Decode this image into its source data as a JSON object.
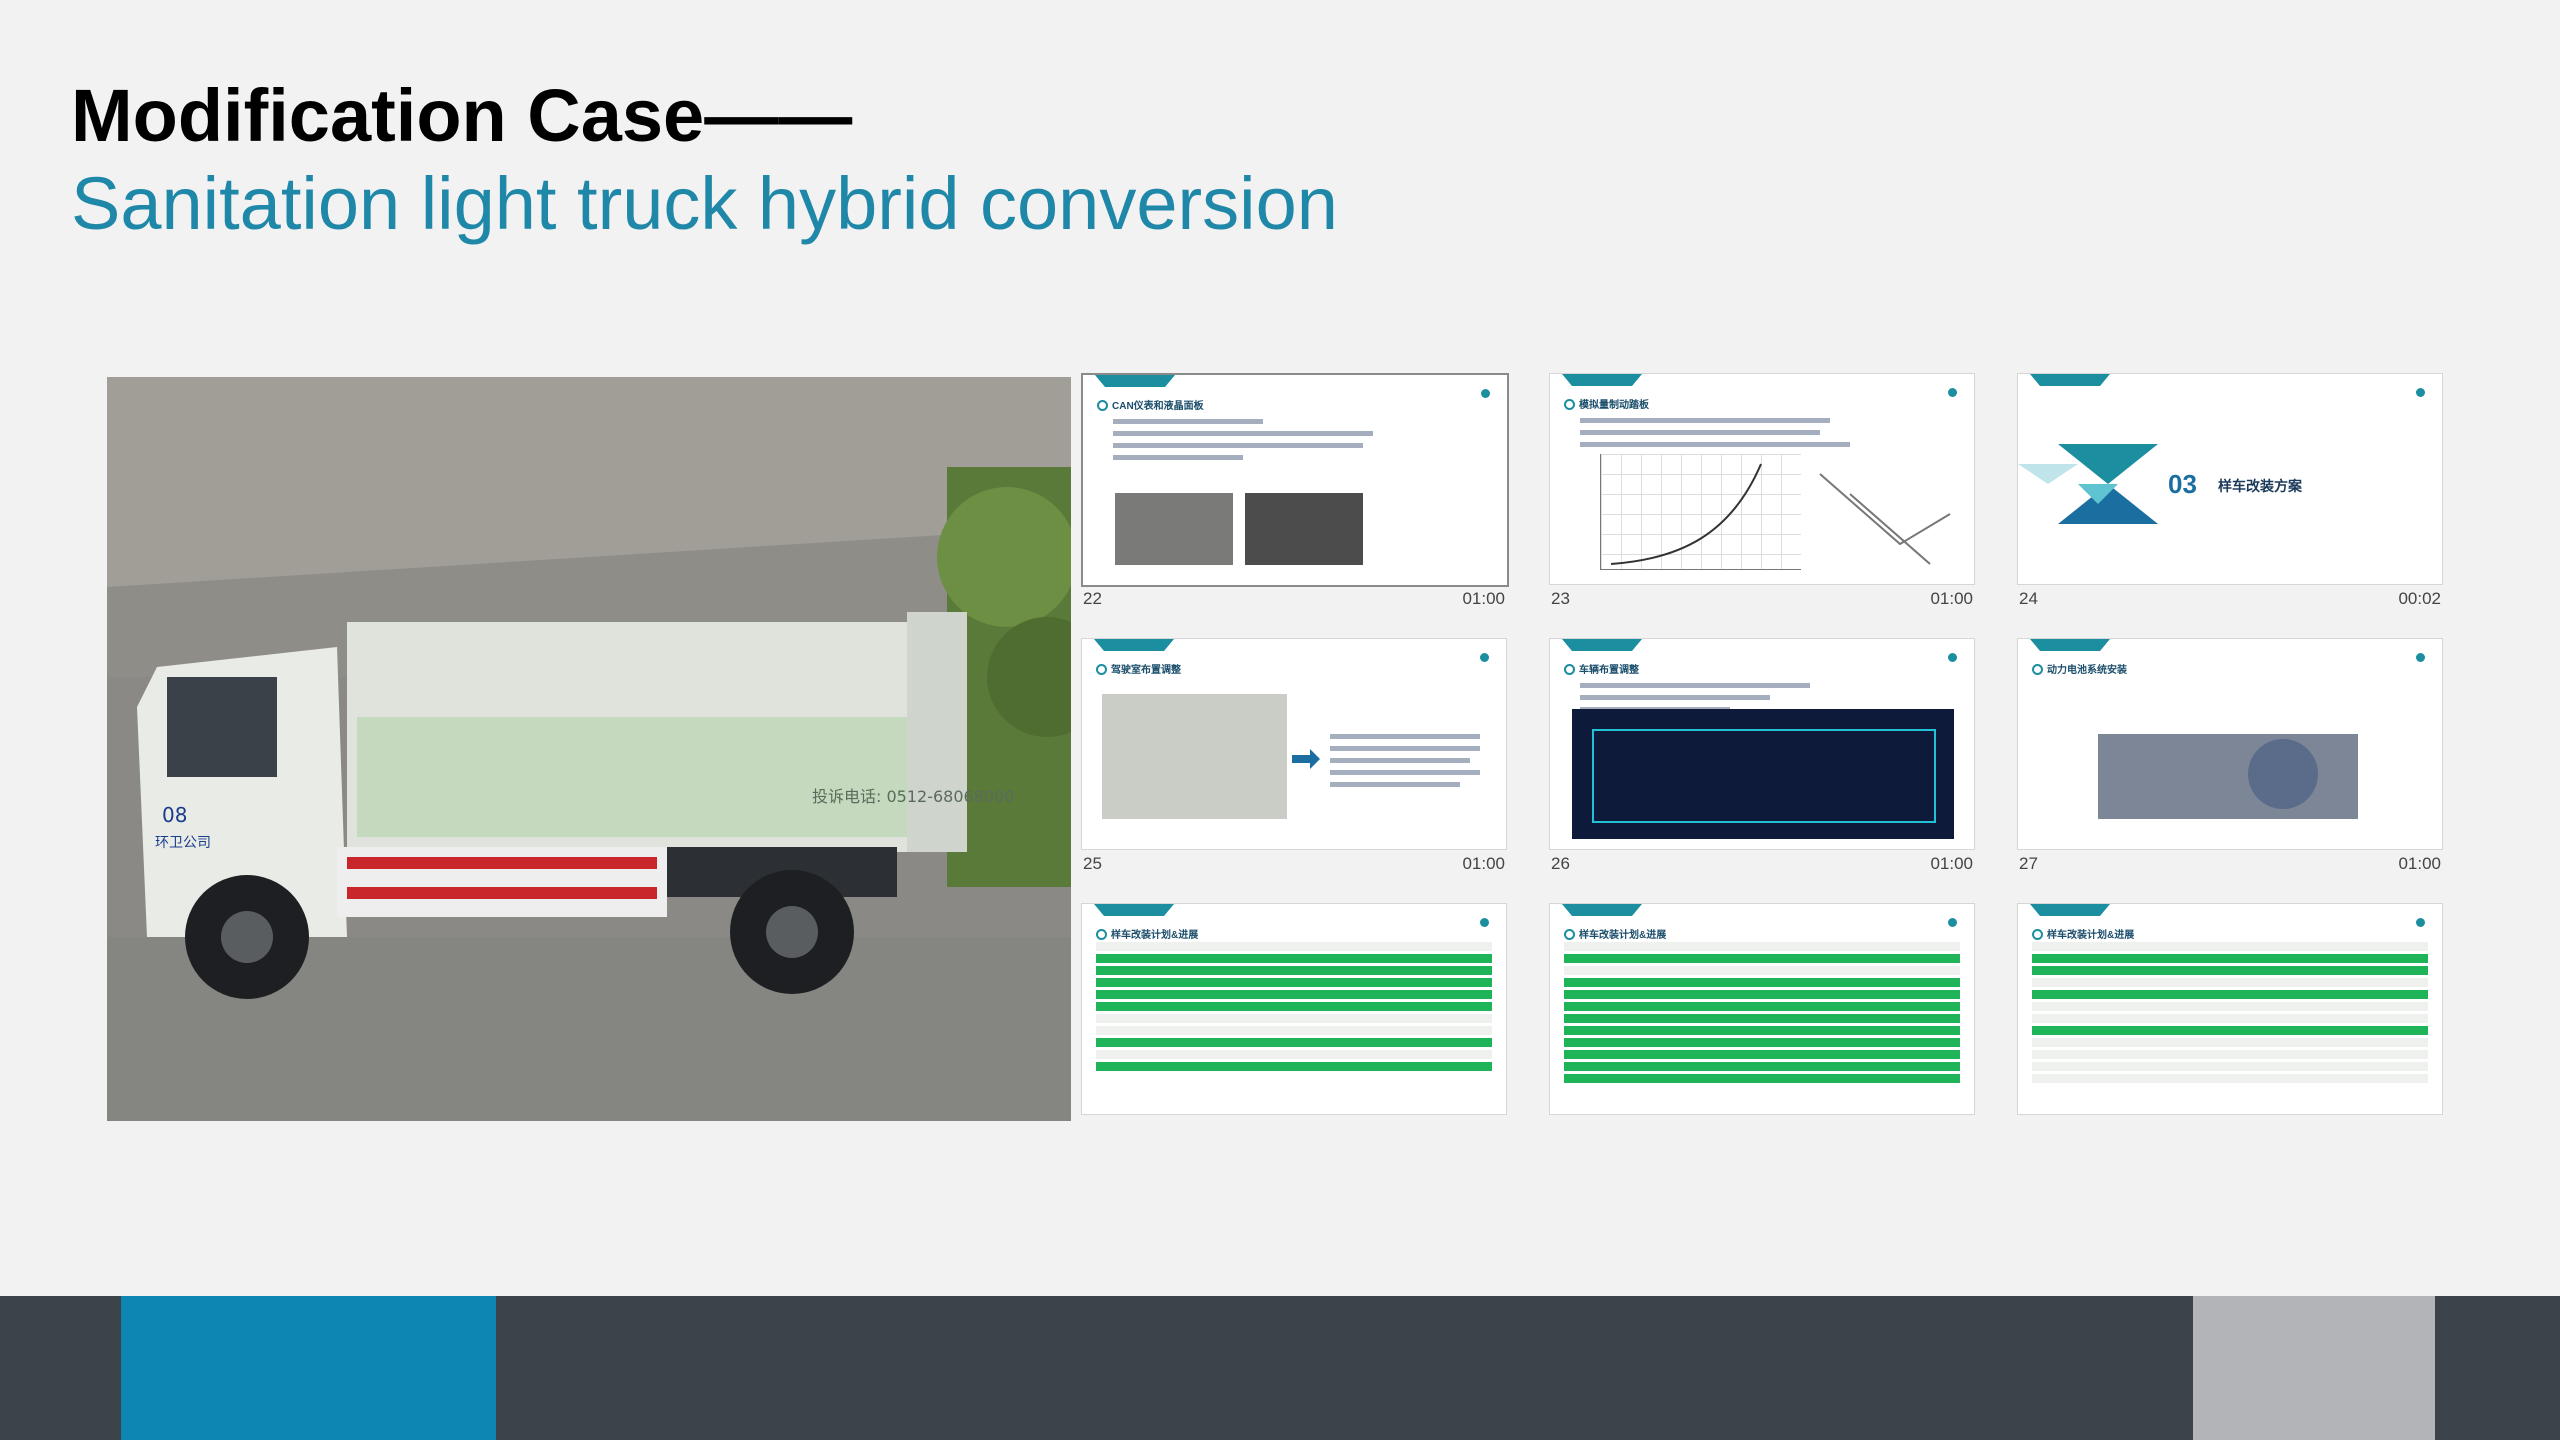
{
  "header": {
    "title": "Modification Case——",
    "subtitle": "Sanitation light truck hybrid conversion"
  },
  "photo": {
    "truck_side_text": "环卫公司",
    "truck_number": "08",
    "complaint_phone": "投诉电话: 0512-68068000"
  },
  "thumbnails": [
    {
      "number": "22",
      "duration": "01:00",
      "title": "CAN仪表和液晶面板",
      "selected": true
    },
    {
      "number": "23",
      "duration": "01:00",
      "title": "模拟量制动踏板"
    },
    {
      "number": "24",
      "duration": "00:02",
      "section_number": "03",
      "section_title": "样车改装方案"
    },
    {
      "number": "25",
      "duration": "01:00",
      "title": "驾驶室布置调整"
    },
    {
      "number": "26",
      "duration": "01:00",
      "title": "车辆布置调整"
    },
    {
      "number": "27",
      "duration": "01:00",
      "title": "动力电池系统安装"
    },
    {
      "number": "",
      "duration": "",
      "title": "样车改装计划&进展"
    },
    {
      "number": "",
      "duration": "",
      "title": "样车改装计划&进展"
    },
    {
      "number": "",
      "duration": "",
      "title": "样车改装计划&进展"
    }
  ],
  "colors": {
    "background": "#f2f2f2",
    "title": "#000000",
    "subtitle": "#1f87a8",
    "bar_dark": "#3d434b",
    "bar_blue": "#0e86b3",
    "bar_gray": "#b2b4b8",
    "table_green": "#1fb457"
  }
}
